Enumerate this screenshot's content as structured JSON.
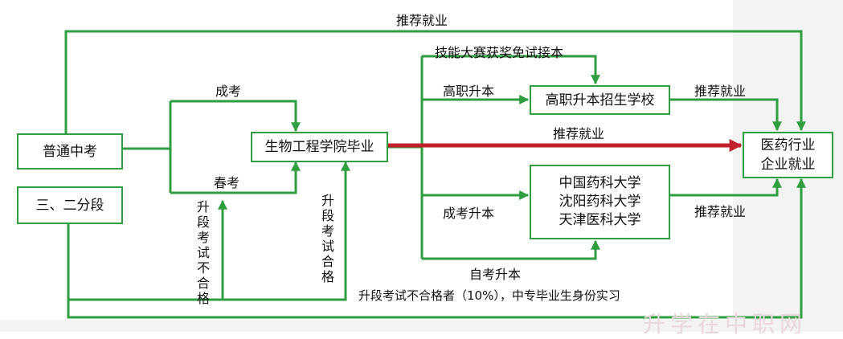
{
  "nodes": {
    "putong_zhongkao": "普通中考",
    "sanerfenduan": "三、二分段",
    "biye": "生物工程学院毕业",
    "gaozhi_zhaosheng": "高职升本招生学校",
    "universities": [
      "中国药科大学",
      "沈阳药科大学",
      "天津医科大学"
    ],
    "industry": [
      "医药行业",
      "企业就业"
    ]
  },
  "edges": {
    "top_recommend": "推荐就业",
    "chengkao": "成考",
    "chunkao": "春考",
    "jineng": "技能大赛获奖免试接本",
    "gaozhi_shengben": "高职升本",
    "recommend_main": "推荐就业",
    "recommend_gaozhi": "推荐就业",
    "chengkao_shengben": "成考升本",
    "recommend_univ": "推荐就业",
    "zikao_shengben": "自考升本",
    "upgrade_fail_vertical": "升段考试不合格",
    "upgrade_exam_vertical": "升段考试合格",
    "bottom_note": "升段考试不合格者（10%），中专毕业生身份实习"
  },
  "colors": {
    "flow": "#2f9e3f",
    "main_flow": "#c0202a",
    "watermark": "#e8d7dc"
  },
  "watermark": "升学在中职网"
}
